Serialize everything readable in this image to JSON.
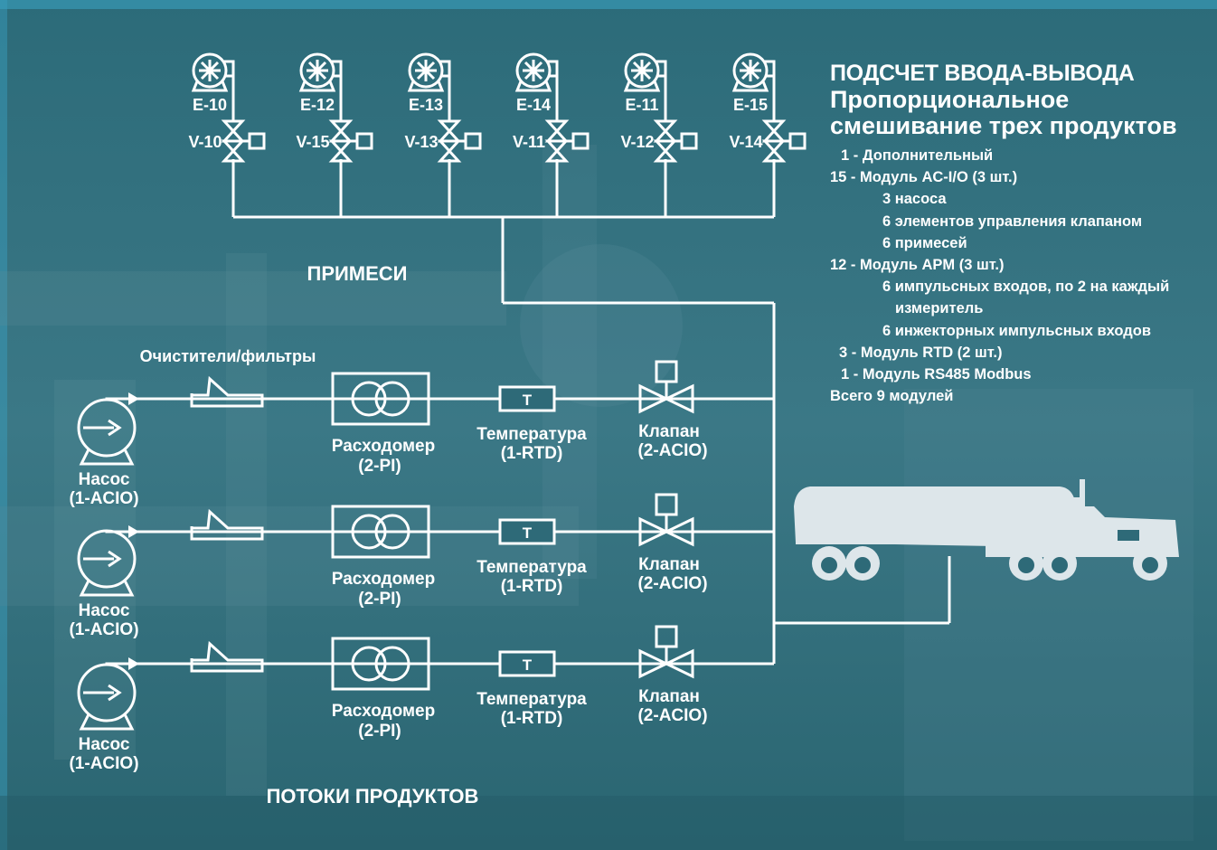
{
  "header": {
    "title": "ПОДСЧЕТ ВВОДА-ВЫВОДА",
    "subtitle_line1": "Пропорциональное",
    "subtitle_line2": "смешивание трех продуктов"
  },
  "summary": [
    {
      "text": "1 - Дополнительный",
      "level": "l1"
    },
    {
      "text": "15 - Модуль AC-I/O (3 шт.)",
      "level": "l0"
    },
    {
      "text": "3 насоса",
      "level": "l2"
    },
    {
      "text": "6 элементов управления клапаном",
      "level": "l2"
    },
    {
      "text": "6 примесей",
      "level": "l2"
    },
    {
      "text": "12 - Модуль APM (3 шт.)",
      "level": "l0"
    },
    {
      "text": "6 импульсных входов, по 2 на каждый",
      "level": "l2"
    },
    {
      "text": "измеритель",
      "level": "l3"
    },
    {
      "text": "6 инжекторных импульсных входов",
      "level": "l2"
    },
    {
      "text": "3 - Модуль RTD (2 шт.)",
      "level": "l4"
    },
    {
      "text": "1 - Модуль RS485 Modbus",
      "level": "l1"
    },
    {
      "text": "Всего 9 модулей",
      "level": "l0"
    }
  ],
  "additives": {
    "section_label": "ПРИМЕСИ",
    "units": [
      {
        "motor": "E-10",
        "valve": "V-10"
      },
      {
        "motor": "E-12",
        "valve": "V-15"
      },
      {
        "motor": "E-13",
        "valve": "V-13"
      },
      {
        "motor": "E-14",
        "valve": "V-11"
      },
      {
        "motor": "E-11",
        "valve": "V-12"
      },
      {
        "motor": "E-15",
        "valve": "V-14"
      }
    ]
  },
  "products": {
    "section_label": "ПОТОКИ ПРОДУКТОВ",
    "filter_label": "Очистители/фильтры",
    "temp_symbol": "T",
    "lines": [
      {
        "pump": "Насос",
        "pump_io": "(1-ACIO)",
        "meter": "Расходомер",
        "meter_io": "(2-PI)",
        "temp": "Температура",
        "temp_io": "(1-RTD)",
        "valve": "Клапан",
        "valve_io": "(2-ACIO)"
      },
      {
        "pump": "Насос",
        "pump_io": "(1-ACIO)",
        "meter": "Расходомер",
        "meter_io": "(2-PI)",
        "temp": "Температура",
        "temp_io": "(1-RTD)",
        "valve": "Клапан",
        "valve_io": "(2-ACIO)"
      },
      {
        "pump": "Насос",
        "pump_io": "(1-ACIO)",
        "meter": "Расходомер",
        "meter_io": "(2-PI)",
        "temp": "Температура",
        "temp_io": "(1-RTD)",
        "valve": "Клапан",
        "valve_io": "(2-ACIO)"
      }
    ]
  },
  "colors": {
    "background": "#2e6a78",
    "line": "#ffffff",
    "truck": "#dde6ea"
  }
}
